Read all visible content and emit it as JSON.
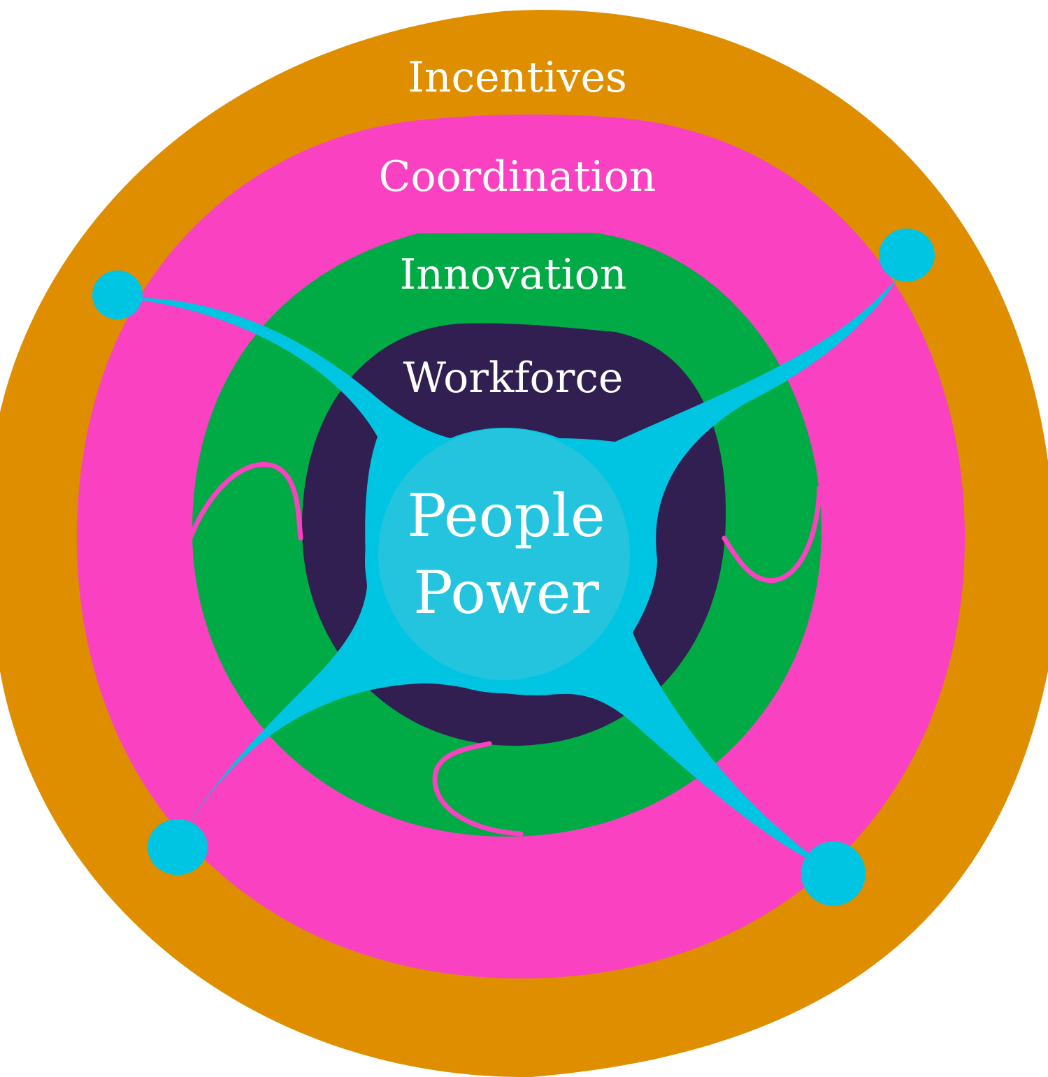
{
  "diagram": {
    "rings": [
      {
        "key": "incentives",
        "label": "Incentives",
        "color": "#DF8E00"
      },
      {
        "key": "coordination",
        "label": "Coordination",
        "color": "#F941C1"
      },
      {
        "key": "innovation",
        "label": "Innovation",
        "color": "#00AA44"
      },
      {
        "key": "workforce",
        "label": "Workforce",
        "color": "#311F51"
      }
    ],
    "center": {
      "line1": "People",
      "line2": "Power",
      "core_color": "#24C4DF",
      "connector_color": "#00C5E2"
    },
    "accent_line_color": "#F941C1",
    "background_color": "#FFFFFF"
  }
}
